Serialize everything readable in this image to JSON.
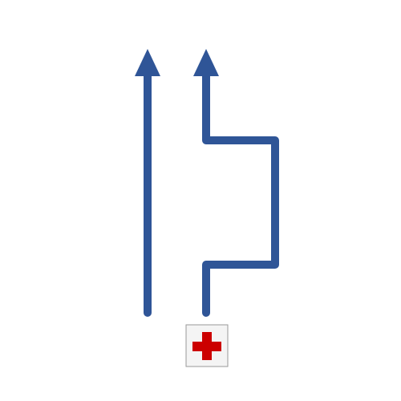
{
  "diagram": {
    "background_color": "#ffffff",
    "arrow_color": "#2f5597",
    "lanes": [
      {
        "name": "left-lane",
        "direction": "up",
        "route": "straight"
      },
      {
        "name": "right-lane",
        "direction": "up",
        "route": "detour-right"
      }
    ],
    "sign": {
      "icon": "red-cross-icon",
      "symbol_color": "#cc0000",
      "border_color": "#999999",
      "fill_color": "#f4f4f4"
    }
  }
}
